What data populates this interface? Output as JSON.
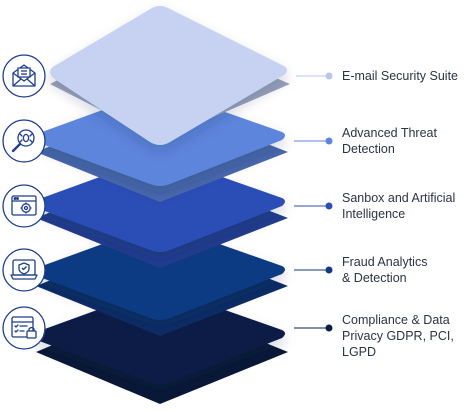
{
  "layers": [
    {
      "label_lines": [
        "E-mail Security Suite"
      ],
      "color": "#c7d1f2",
      "dot_color": "#b8c6f0",
      "icon": "envelope-icon"
    },
    {
      "label_lines": [
        "Advanced Threat",
        "Detection"
      ],
      "color": "#5d85dc",
      "dot_color": "#5d85dc",
      "icon": "magnifier-bug-icon"
    },
    {
      "label_lines": [
        "Sanbox and Artificial",
        "Intelligence"
      ],
      "color": "#2b4eb6",
      "dot_color": "#2b4eb6",
      "icon": "browser-gear-icon"
    },
    {
      "label_lines": [
        "Fraud Analytics",
        "& Detection"
      ],
      "color": "#0f3a83",
      "dot_color": "#0f3a83",
      "icon": "monitor-shield-icon"
    },
    {
      "label_lines": [
        "Compliance & Data",
        "Privacy GDPR, PCI,",
        "LGPD"
      ],
      "color": "#0b1f46",
      "dot_color": "#0b1f46",
      "icon": "checklist-lock-icon"
    }
  ],
  "icon_ring_color": "#1e3f8a"
}
